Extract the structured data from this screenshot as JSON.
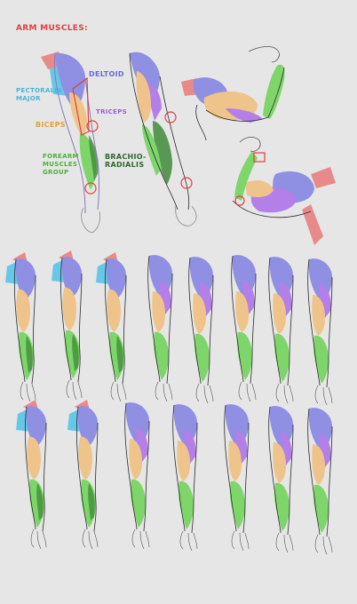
{
  "title": "ARM MUSCLES:",
  "labels": {
    "deltoid": "DELTOID",
    "pectoralis_major": "PECTORALIS\nMAJOR",
    "triceps": "TRICEPS",
    "biceps": "BICEPS",
    "forearm_muscles_group": "FOREARM\nMUSCLES\nGROUP",
    "brachioradialis": "BRACHIO-\nRADIALIS"
  },
  "colors": {
    "background": "#e6e6e6",
    "title": "#e04040",
    "deltoid": "#8f8fe4",
    "pectoralis": "#66c8e8",
    "triceps": "#b47fe8",
    "biceps": "#eec48a",
    "forearm": "#7ed66a",
    "brachioradialis": "#3f8a3a",
    "trapezius": "#e88a8a",
    "outline": "#2a2a2a"
  }
}
